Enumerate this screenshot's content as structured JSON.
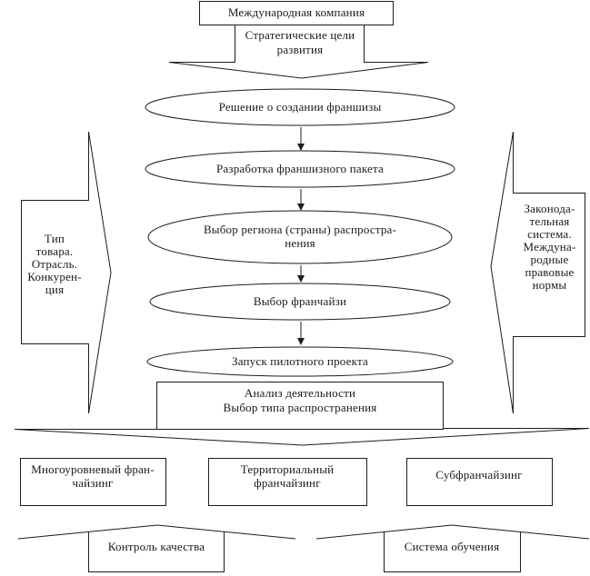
{
  "diagram": {
    "top_box": "Международная компания",
    "strategy_arrow": "Стратегические цели\nразвития",
    "stages": [
      "Решение о создании франшизы",
      "Разработка франшизного пакета",
      "Выбор региона (страны) распростра-\nнения",
      "Выбор франчайзи",
      "Запуск пилотного проекта"
    ],
    "left_factor": "Тип\nтовара.\nОтрасль.\nКонкурен-\nция",
    "right_factor": "Законода-\nтельная\nсистема.\nМеждуна-\nродные\nправовые\nнормы",
    "analysis_box": "Анализ деятельности\nВыбор типа распространения",
    "franchise_types": [
      "Многоуровневый фран-\nчайзинг",
      "Территориальный\nфранчайзинг",
      "Субфранчайзинг"
    ],
    "support_arrows": [
      "Контроль качества",
      "Система обучения"
    ]
  },
  "colors": {
    "line": "#1c1c1c",
    "text": "#1a1a1a",
    "background": "#ffffff"
  }
}
